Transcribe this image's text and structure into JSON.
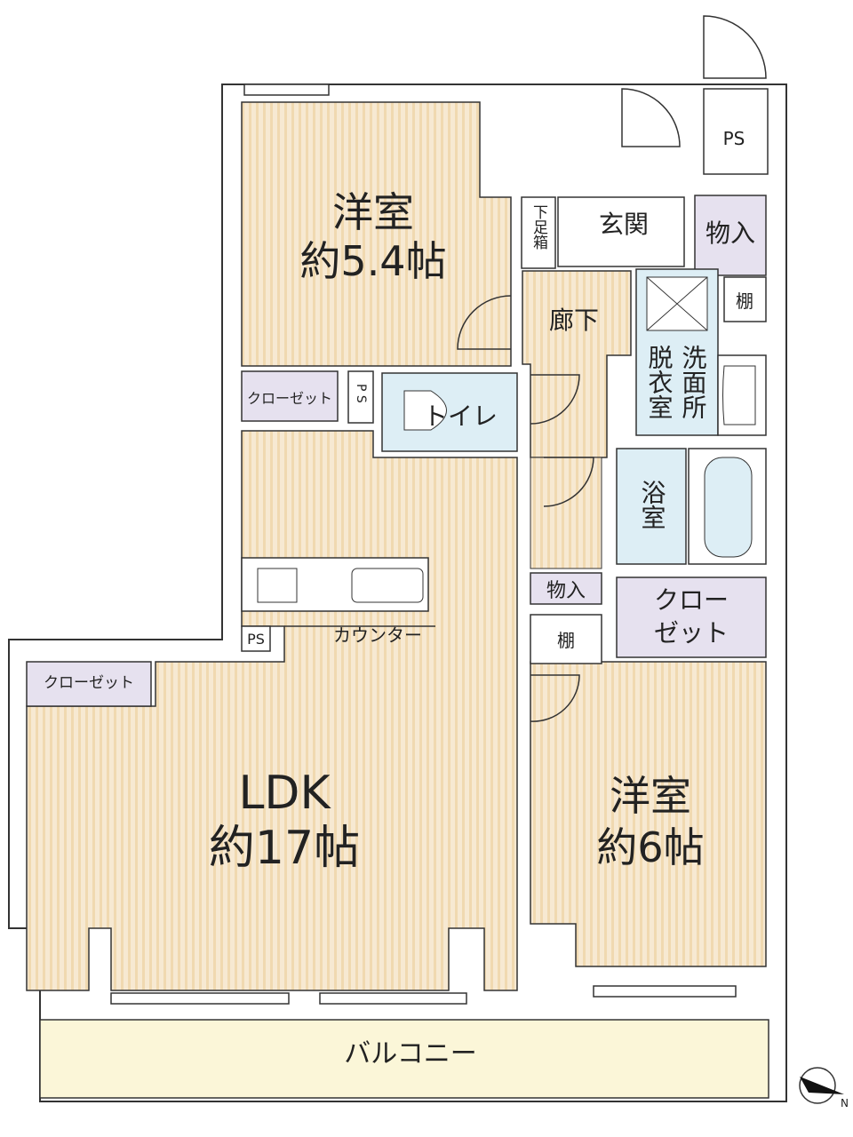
{
  "colors": {
    "floor": "#f7e9d2",
    "stripe": "#f0d9b0",
    "wet": "#ddeef5",
    "storage": "#e6e1ef",
    "balcony": "#fbf6d8",
    "wall": "#ffffff",
    "line": "#333333"
  },
  "rooms": {
    "western1": {
      "name": "洋室",
      "size": "約5.4帖"
    },
    "ldk": {
      "name": "LDK",
      "size": "約17帖"
    },
    "western2": {
      "name": "洋室",
      "size": "約6帖"
    },
    "entrance": "玄関",
    "corridor": "廊下",
    "toilet": "トイレ",
    "washroom_a": "脱衣室",
    "washroom_b": "洗面所",
    "bath": "浴室",
    "shoebox": "下足箱",
    "balcony": "バルコニー"
  },
  "storage": {
    "ps_top": "PS",
    "ps_small": "P S",
    "ps_kitchen": "PS",
    "monoire_top": "物入",
    "tana_top": "棚",
    "closet1": "クローゼット",
    "closet_ldk": "クローゼット",
    "closet2_l1": "クロー",
    "closet2_l2": "ゼット",
    "monoire_mid": "物入",
    "tana_mid": "棚",
    "counter": "カウンター"
  },
  "compass": {
    "label": "N"
  }
}
